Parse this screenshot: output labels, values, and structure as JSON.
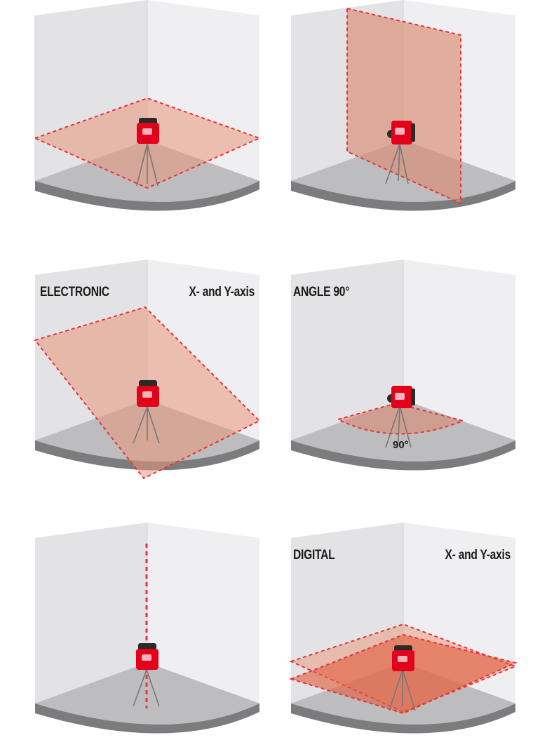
{
  "panels": [
    {
      "id": "horizontal",
      "mode_label": "",
      "axis_label": "",
      "angle_label": ""
    },
    {
      "id": "vertical",
      "mode_label": "",
      "axis_label": "",
      "angle_label": ""
    },
    {
      "id": "electronic",
      "mode_label": "ELECTRONIC",
      "axis_label": "X- and Y-axis",
      "angle_label": ""
    },
    {
      "id": "angle",
      "mode_label": "ANGLE 90°",
      "axis_label": "",
      "angle_label": "90°"
    },
    {
      "id": "plumb",
      "mode_label": "",
      "axis_label": "",
      "angle_label": ""
    },
    {
      "id": "digital",
      "mode_label": "DIGITAL",
      "axis_label": "X- and Y-axis",
      "angle_label": ""
    }
  ],
  "colors": {
    "wall_left": "#e3e3e5",
    "wall_right": "#efeff1",
    "floor": "#bdbdbf",
    "floor_rim": "#7c7c7e",
    "laser_line": "#e8323c",
    "laser_plane": "#e9957a",
    "device_body": "#e2001a",
    "device_dark": "#2a2a2a"
  }
}
